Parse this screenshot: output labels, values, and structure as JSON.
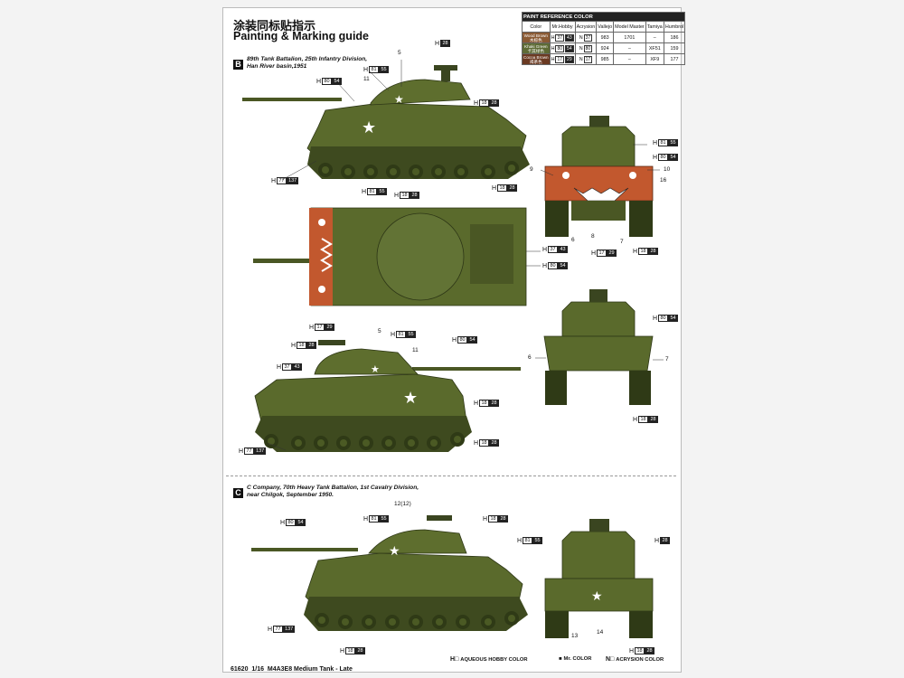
{
  "header": {
    "title_cn": "涂装同标贴指示",
    "title_en": "Painting & Marking guide"
  },
  "paint_table": {
    "heading": "PAINT REFERENCE COLOR",
    "columns": [
      "Color",
      "Mr.Hobby",
      "Acrysion",
      "Vallejo",
      "Model Master",
      "Tamiya",
      "Humbrol"
    ],
    "rows": [
      {
        "name_en": "Wood Brown",
        "name_cn": "木棕色",
        "swatch": "#8a5a34",
        "hobby_h": "37",
        "hobby_m": "43",
        "acrysion": "37",
        "vallejo": "983",
        "model_master": "1701",
        "tamiya": "–",
        "humbrol": "186"
      },
      {
        "name_en": "Khaki Green",
        "name_cn": "卡其绿色",
        "swatch": "#5e6b35",
        "hobby_h": "80",
        "hobby_m": "54",
        "acrysion": "80",
        "vallejo": "924",
        "model_master": "–",
        "tamiya": "XF51",
        "humbrol": "159"
      },
      {
        "name_en": "Cocoa Brown",
        "name_cn": "褐茶色",
        "swatch": "#6b3a22",
        "hobby_h": "17",
        "hobby_m": "29",
        "acrysion": "17",
        "vallejo": "985",
        "model_master": "–",
        "tamiya": "XF9",
        "humbrol": "177"
      }
    ]
  },
  "section_b": {
    "badge": "B",
    "caption": [
      "89th Tank Battalion, 25th Infantry Division,",
      "Han River basin,1951"
    ]
  },
  "section_c": {
    "badge": "C",
    "caption": [
      "C Company, 70th Heavy Tank Battalion, 1st Cavalry Division,",
      "near Chilgok, September 1950."
    ]
  },
  "callouts": {
    "h28": [
      "H",
      "28"
    ],
    "h81_55": [
      "H",
      "81",
      "55"
    ],
    "h80_54": [
      "H",
      "80",
      "54"
    ],
    "h18_28": [
      "H",
      "18",
      "28"
    ],
    "h77_137": [
      "H",
      "77",
      "137"
    ],
    "h37_43": [
      "H",
      "37",
      "43"
    ],
    "h17_29": [
      "H",
      "17",
      "29"
    ],
    "h_28": [
      "H",
      "28"
    ]
  },
  "numbers": {
    "n5": "5",
    "n11": "11",
    "n9": "9",
    "n10": "10",
    "n16": "16",
    "n6": "6",
    "n8": "8",
    "n7": "7",
    "n12": "12(12)",
    "n13": "13",
    "n14": "14"
  },
  "legend": {
    "aqueous": "AQUEOUS HOBBY COLOR",
    "mr": "Mr. COLOR",
    "acrysion": "ACRYSION COLOR"
  },
  "footer": {
    "code": "61620",
    "scale": "1/16",
    "name": "M4A3E8 Medium Tank - Late"
  },
  "colors": {
    "olive": "#5a6a2c",
    "olive_dark": "#3e4a1f",
    "tiger_orange": "#c2582e",
    "white": "#ffffff"
  }
}
